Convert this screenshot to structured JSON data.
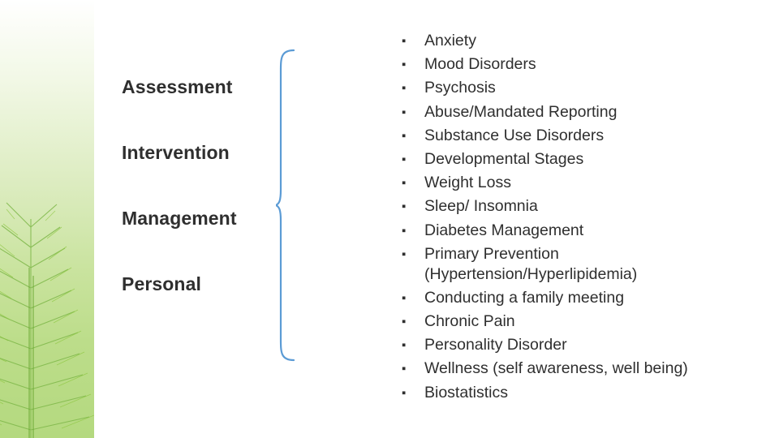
{
  "slide": {
    "left_labels": [
      {
        "label": "Assessment"
      },
      {
        "label": "Intervention"
      },
      {
        "label": "Management"
      },
      {
        "label": "Personal"
      }
    ],
    "bullet_marker": "▪",
    "bullets": [
      {
        "text": "Anxiety"
      },
      {
        "text": "Mood Disorders"
      },
      {
        "text": "Psychosis"
      },
      {
        "text": "Abuse/Mandated Reporting"
      },
      {
        "text": "Substance Use Disorders"
      },
      {
        "text": "Developmental Stages"
      },
      {
        "text": "Weight Loss"
      },
      {
        "text": "Sleep/ Insomnia"
      },
      {
        "text": "Diabetes Management"
      },
      {
        "text": "Primary Prevention\n(Hypertension/Hyperlipidemia)"
      },
      {
        "text": "Conducting a family meeting"
      },
      {
        "text": "Chronic Pain"
      },
      {
        "text": "Personality Disorder"
      },
      {
        "text": "Wellness (self awareness, well being)"
      },
      {
        "text": "Biostatistics"
      }
    ],
    "colors": {
      "brace": "#5B9BD5",
      "text": "#2f2f2f",
      "band_green": "#b4d97f",
      "tree_green": "#8cc63f"
    }
  }
}
